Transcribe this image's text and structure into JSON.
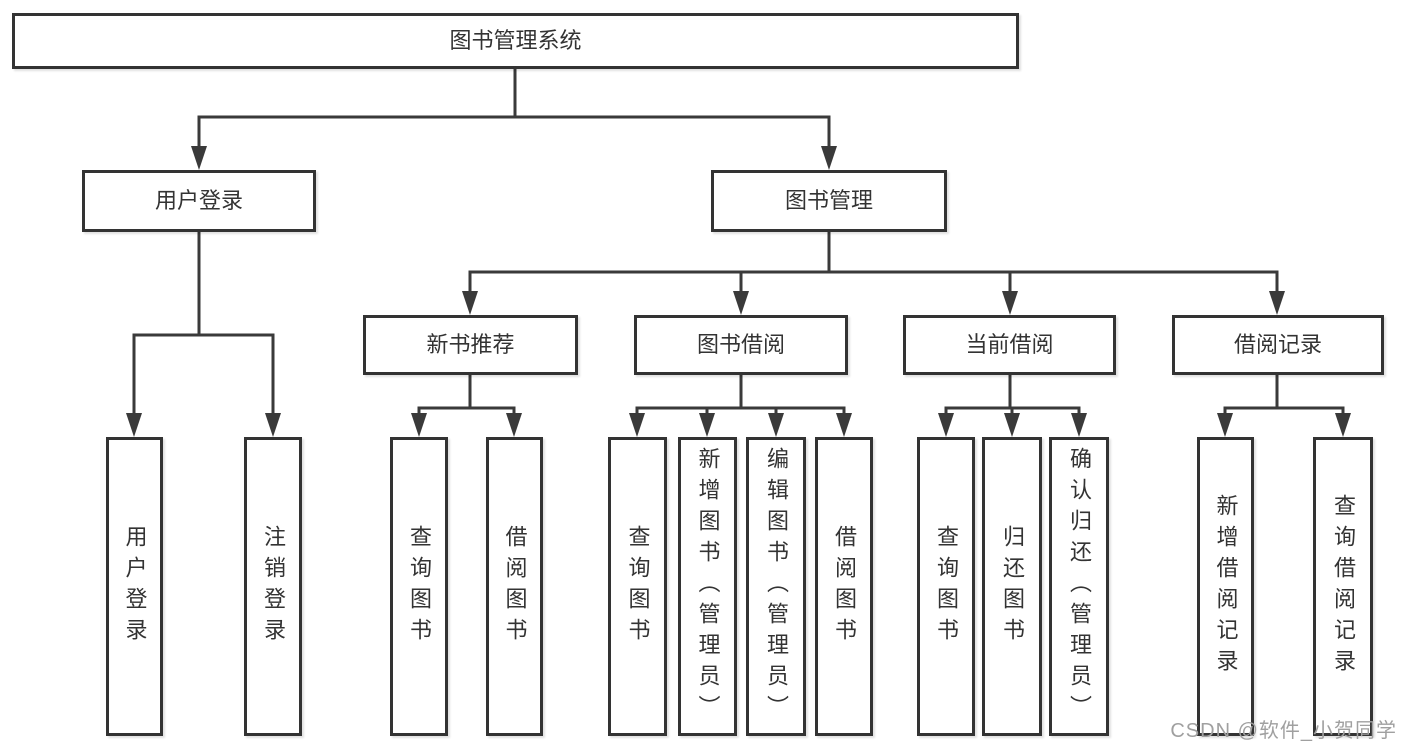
{
  "colors": {
    "line": "#3a3a3a",
    "border": "#333333",
    "text": "#333333",
    "box_fill": "#ffffff",
    "watermark": "#a0a0a0"
  },
  "watermark": "CSDN @软件_小贺同学",
  "tree": {
    "root": {
      "label": "图书管理系统"
    },
    "level2": [
      {
        "label": "用户登录",
        "children": [
          "用户登录",
          "注销登录"
        ]
      },
      {
        "label": "图书管理"
      }
    ],
    "modules": [
      {
        "label": "新书推荐",
        "children": [
          "查询图书",
          "借阅图书"
        ]
      },
      {
        "label": "图书借阅",
        "children": [
          "查询图书",
          "新增图书（管理员）",
          "编辑图书（管理员）",
          "借阅图书"
        ]
      },
      {
        "label": "当前借阅",
        "children": [
          "查询图书",
          "归还图书",
          "确认归还（管理员）"
        ]
      },
      {
        "label": "借阅记录",
        "children": [
          "新增借阅记录",
          "查询借阅记录"
        ]
      }
    ]
  }
}
